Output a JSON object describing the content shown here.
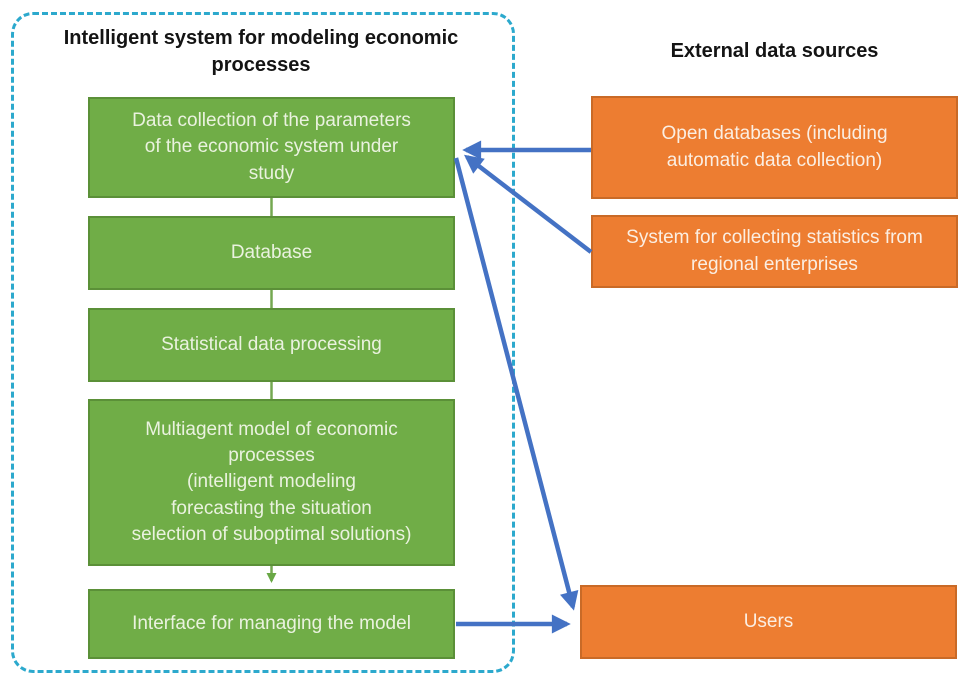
{
  "diagram": {
    "left_panel": {
      "title": "Intelligent system for modeling economic\nprocesses",
      "boxes": [
        {
          "id": "data-collection",
          "label": "Data collection of the parameters\nof the economic system under\nstudy"
        },
        {
          "id": "database",
          "label": "Database"
        },
        {
          "id": "statistical-processing",
          "label": "Statistical data processing"
        },
        {
          "id": "multiagent-model",
          "label": "Multiagent model of economic\nprocesses\n(intelligent modeling\nforecasting the situation\nselection of suboptimal solutions)"
        },
        {
          "id": "model-interface",
          "label": "Interface for managing the model"
        }
      ]
    },
    "right_panel": {
      "title": "External data sources",
      "boxes": [
        {
          "id": "open-databases",
          "label": "Open databases (including\nautomatic data collection)"
        },
        {
          "id": "statistics-system",
          "label": "System for collecting statistics from\nregional enterprises"
        },
        {
          "id": "users",
          "label": "Users"
        }
      ]
    },
    "connections": [
      {
        "from": "open-databases",
        "to": "data-collection",
        "style": "blue-arrow"
      },
      {
        "from": "statistics-system",
        "to": "data-collection",
        "style": "blue-arrow"
      },
      {
        "from": "data-collection",
        "to": "users",
        "style": "blue-arrow"
      },
      {
        "from": "model-interface",
        "to": "users",
        "style": "blue-arrow"
      },
      {
        "from": "data-collection",
        "to": "database",
        "style": "plain-line"
      },
      {
        "from": "database",
        "to": "statistical-processing",
        "style": "plain-line"
      },
      {
        "from": "statistical-processing",
        "to": "multiagent-model",
        "style": "plain-line"
      },
      {
        "from": "multiagent-model",
        "to": "model-interface",
        "style": "green-arrow"
      }
    ],
    "colors": {
      "green_fill": "#70AD47",
      "green_border": "#5B9038",
      "orange_fill": "#ED7D31",
      "orange_border": "#C96A27",
      "arrow_blue": "#4472C4",
      "frame_dashed_cyan": "#2CA9CD",
      "title_text": "#141414",
      "box_text": "#F5F3EC"
    }
  }
}
